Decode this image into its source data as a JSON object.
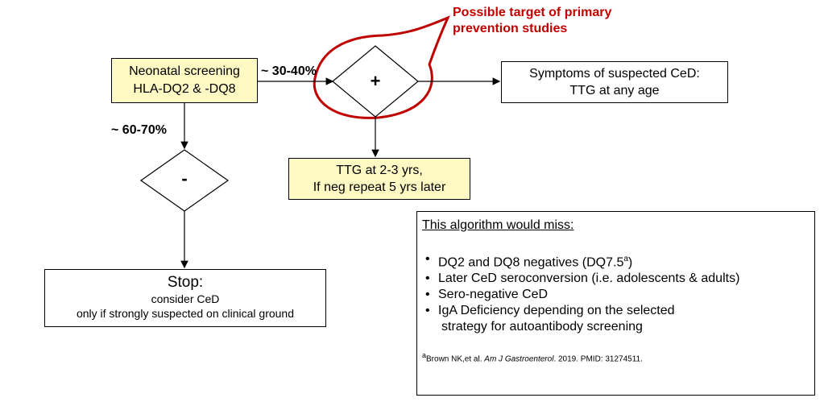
{
  "colors": {
    "box_fill": "#fff9c4",
    "accent_red": "#c00000",
    "stroke": "#000000"
  },
  "annotation": {
    "line1": "Possible target of primary",
    "line2": "prevention studies"
  },
  "screening_box": {
    "line1": "Neonatal screening",
    "line2": "HLA-DQ2 & -DQ8"
  },
  "labels": {
    "positive_pct": "~ 30-40%",
    "negative_pct": "~ 60-70%"
  },
  "decisions": {
    "positive": "+",
    "negative": "-"
  },
  "symptoms_box": {
    "line1": "Symptoms of suspected CeD:",
    "line2": "TTG at any age"
  },
  "ttg_box": {
    "line1": "TTG at 2-3 yrs,",
    "line2": "If neg repeat 5 yrs later"
  },
  "stop_box": {
    "title": "Stop:",
    "line1": "consider CeD",
    "line2": "only if strongly suspected on clinical ground"
  },
  "miss_box": {
    "heading": "This algorithm would miss:",
    "item1": "DQ2 and DQ8 negatives (DQ7.5",
    "item1_sup": "a",
    "item1_end": ")",
    "item2": "Later CeD seroconversion (i.e. adolescents & adults)",
    "item3": "Sero-negative CeD",
    "item4_line1": "IgA Deficiency depending on the selected",
    "item4_line2": "strategy for autoantibody screening",
    "ref_sup": "a",
    "ref_text": "Brown NK,et al. ",
    "ref_journal": "Am J Gastroenterol",
    "ref_rest": ". 2019. PMID: 31274511."
  }
}
